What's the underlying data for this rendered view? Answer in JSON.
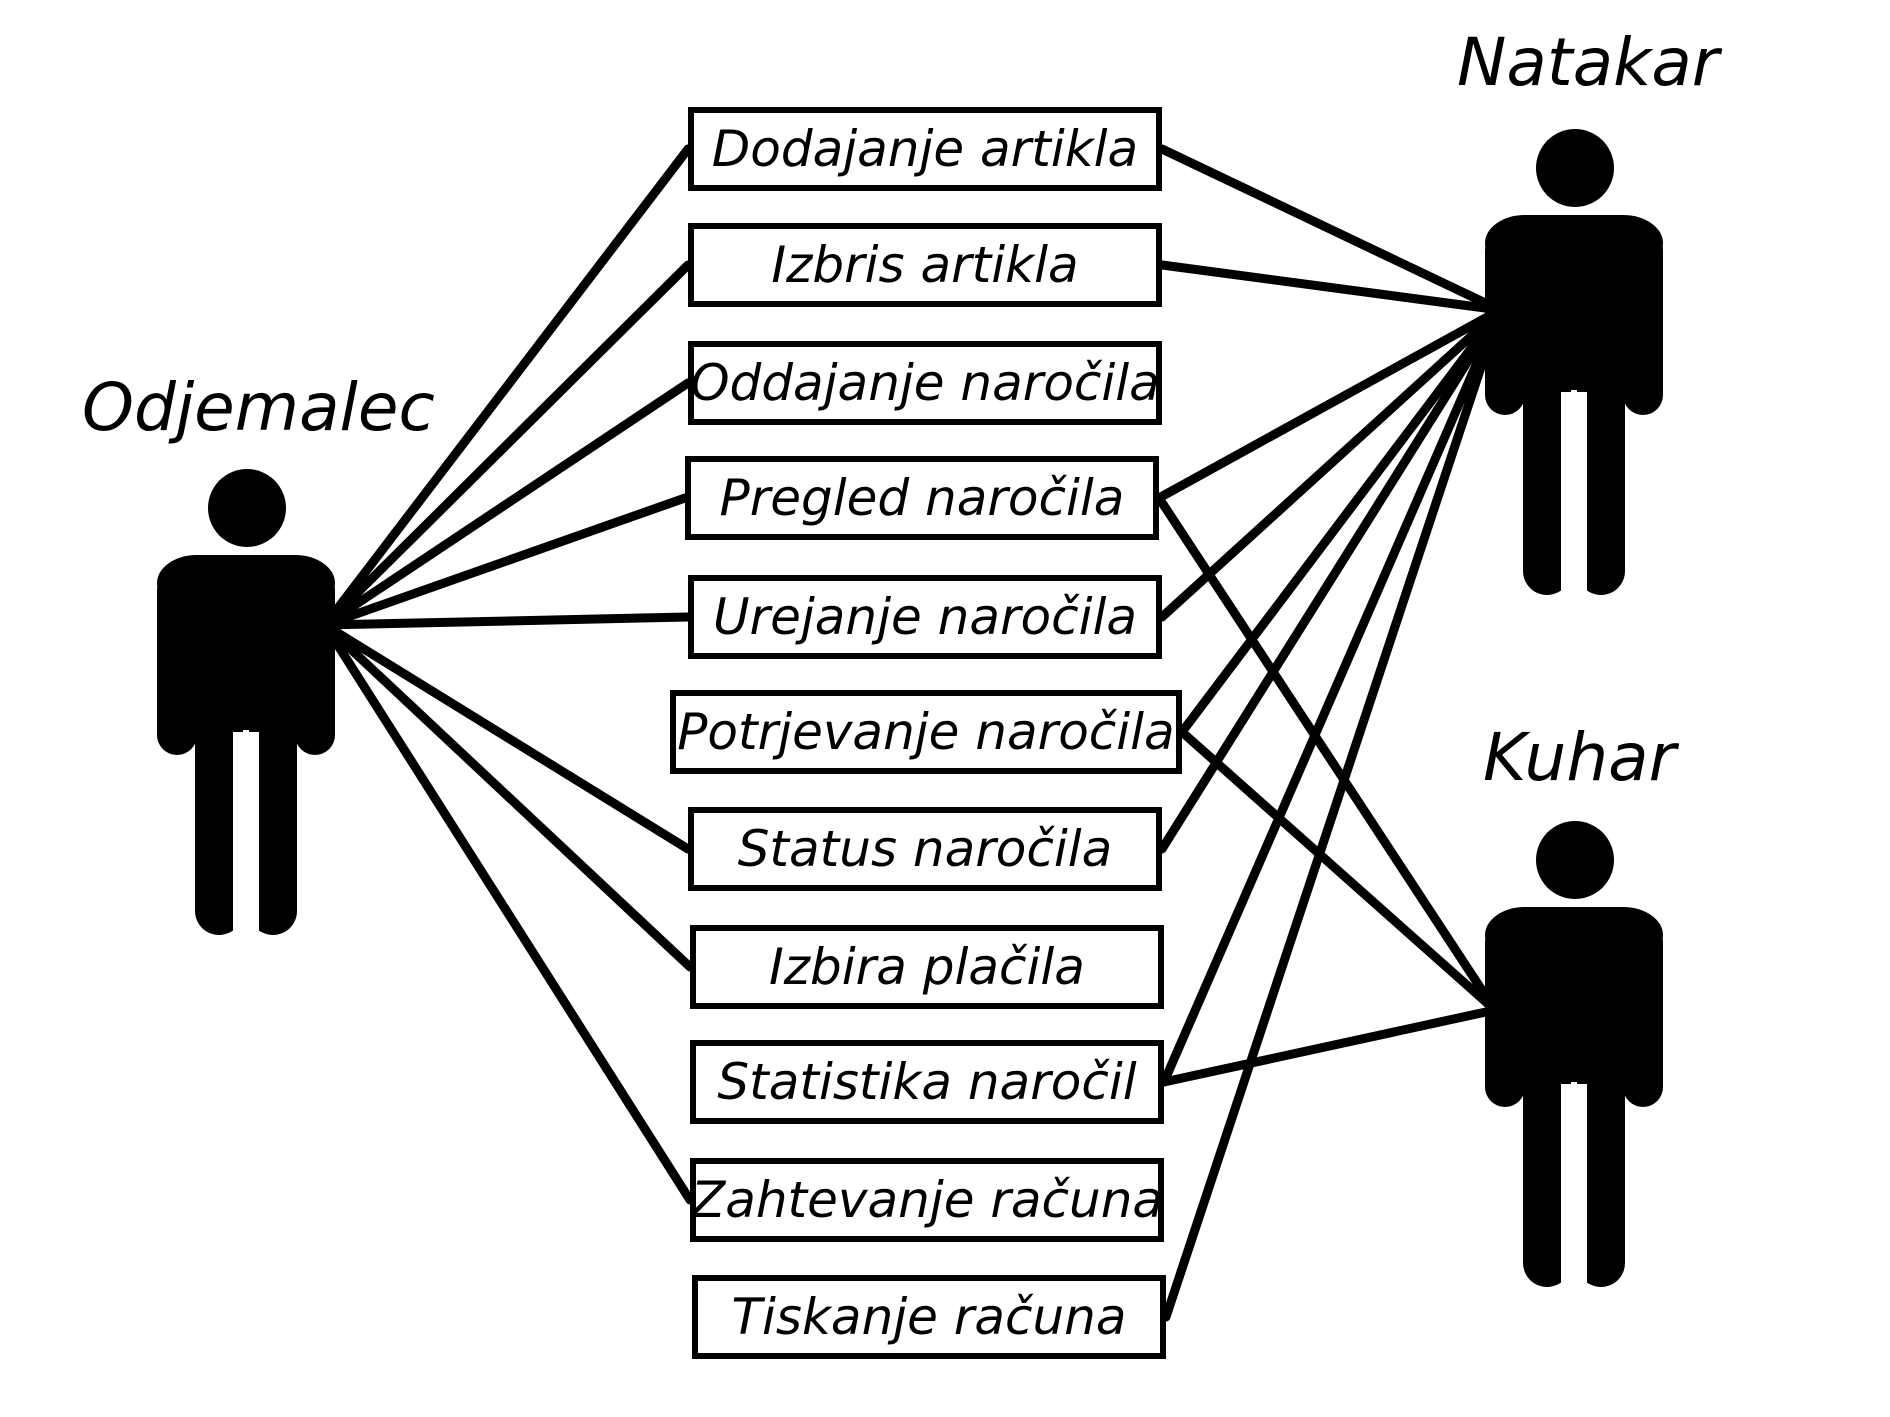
{
  "diagram": {
    "actors": [
      {
        "id": "odjemalec",
        "name": "Odjemalec"
      },
      {
        "id": "natakar",
        "name": "Natakar"
      },
      {
        "id": "kuhar",
        "name": "Kuhar"
      }
    ],
    "use_cases": [
      {
        "id": "dodajanje-artikla",
        "label": "Dodajanje artikla"
      },
      {
        "id": "izbris-artikla",
        "label": "Izbris artikla"
      },
      {
        "id": "oddajanje-narocila",
        "label": "Oddajanje naročila"
      },
      {
        "id": "pregled-narocila",
        "label": "Pregled naročila"
      },
      {
        "id": "urejanje-narocila",
        "label": "Urejanje naročila"
      },
      {
        "id": "potrjevanje-narocila",
        "label": "Potrjevanje naročila"
      },
      {
        "id": "status-narocila",
        "label": "Status naročila"
      },
      {
        "id": "izbira-placila",
        "label": "Izbira plačila"
      },
      {
        "id": "statistika-narocil",
        "label": "Statistika naročil"
      },
      {
        "id": "zahtevanje-racuna",
        "label": "Zahtevanje računa"
      },
      {
        "id": "tiskanje-racuna",
        "label": "Tiskanje računa"
      }
    ],
    "associations": [
      {
        "actor": "odjemalec",
        "use_case": "dodajanje-artikla"
      },
      {
        "actor": "odjemalec",
        "use_case": "izbris-artikla"
      },
      {
        "actor": "odjemalec",
        "use_case": "oddajanje-narocila"
      },
      {
        "actor": "odjemalec",
        "use_case": "pregled-narocila"
      },
      {
        "actor": "odjemalec",
        "use_case": "urejanje-narocila"
      },
      {
        "actor": "odjemalec",
        "use_case": "status-narocila"
      },
      {
        "actor": "odjemalec",
        "use_case": "izbira-placila"
      },
      {
        "actor": "odjemalec",
        "use_case": "zahtevanje-racuna"
      },
      {
        "actor": "natakar",
        "use_case": "dodajanje-artikla"
      },
      {
        "actor": "natakar",
        "use_case": "izbris-artikla"
      },
      {
        "actor": "natakar",
        "use_case": "pregled-narocila"
      },
      {
        "actor": "natakar",
        "use_case": "urejanje-narocila"
      },
      {
        "actor": "natakar",
        "use_case": "potrjevanje-narocila"
      },
      {
        "actor": "natakar",
        "use_case": "status-narocila"
      },
      {
        "actor": "natakar",
        "use_case": "statistika-narocil"
      },
      {
        "actor": "natakar",
        "use_case": "tiskanje-racuna"
      },
      {
        "actor": "kuhar",
        "use_case": "pregled-narocila"
      },
      {
        "actor": "kuhar",
        "use_case": "potrjevanje-narocila"
      },
      {
        "actor": "kuhar",
        "use_case": "statistika-narocil"
      }
    ]
  }
}
